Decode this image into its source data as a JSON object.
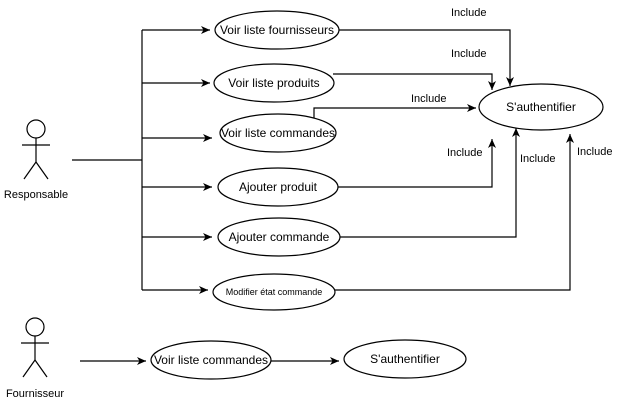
{
  "actors": {
    "responsable": "Responsable",
    "fournisseur": "Fournisseur"
  },
  "use_cases": {
    "voir_liste_fournisseurs": "Voir liste fournisseurs",
    "voir_liste_produits": "Voir liste produits",
    "voir_liste_commandes": "Voir liste commandes",
    "ajouter_produit": "Ajouter produit",
    "ajouter_commande": "Ajouter commande",
    "modifier_etat_commande": "Modifier état commande",
    "sauthentifier": "S'authentifier",
    "fournisseur_voir_liste_commandes": "Voir liste commandes",
    "fournisseur_sauthentifier": "S'authentifier"
  },
  "relations": {
    "include_1": "Include",
    "include_2": "Include",
    "include_3": "Include",
    "include_4": "Include",
    "include_5": "Include",
    "include_6": "Include"
  }
}
